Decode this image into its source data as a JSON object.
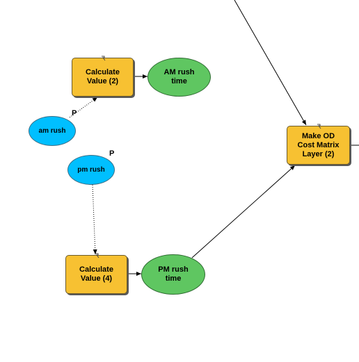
{
  "nodes": {
    "calc_value_2": "Calculate\nValue (2)",
    "am_rush_time": "AM rush\ntime",
    "am_rush": "am rush",
    "pm_rush": "pm rush",
    "calc_value_4": "Calculate\nValue (4)",
    "pm_rush_time": "PM rush\ntime",
    "make_od": "Make OD\nCost Matrix\nLayer (2)"
  },
  "param_labels": {
    "am": "P",
    "pm": "P"
  },
  "colors": {
    "tool": "#f7c132",
    "variable": "#00bfff",
    "output": "#5fc661",
    "connector": "#000000"
  }
}
